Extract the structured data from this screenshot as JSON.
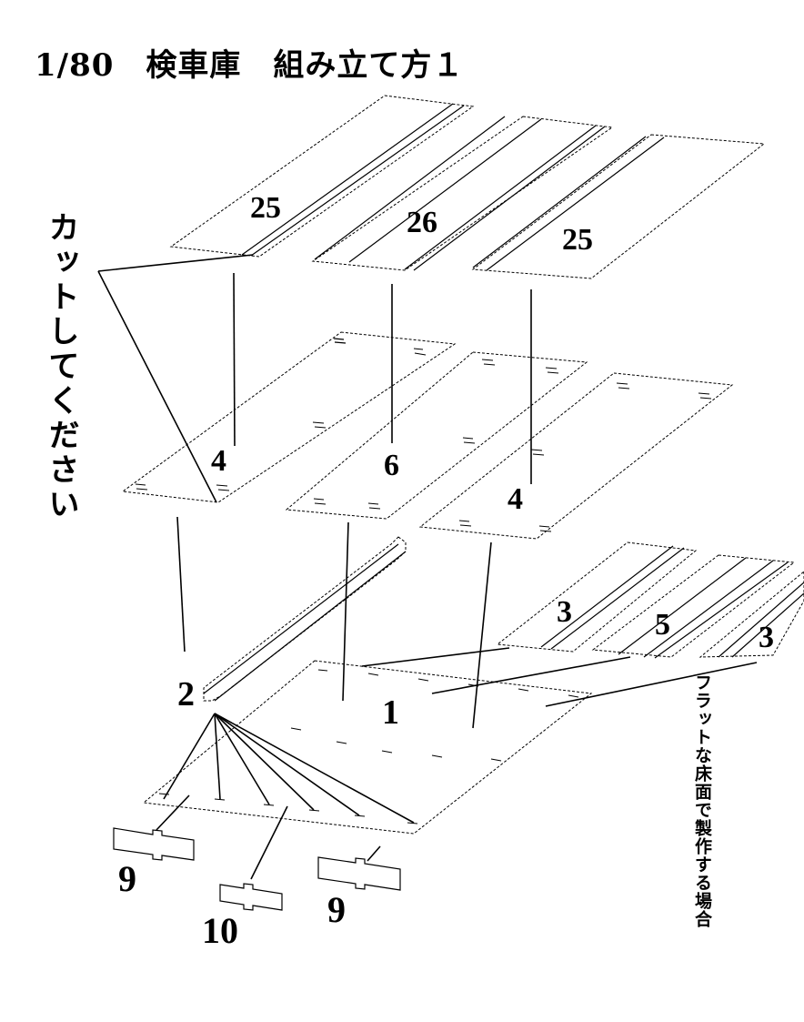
{
  "title": "1/80　検車庫　組み立て方１",
  "notes": {
    "cut_instruction": "カットしてください",
    "flat_floor_note": "フラットな床面で製作する場合"
  },
  "part_labels": {
    "p25_left": "25",
    "p26": "26",
    "p25_right": "25",
    "p4_left": "4",
    "p6": "6",
    "p4_right": "4",
    "p3_top": "3",
    "p5": "5",
    "p3_right": "3",
    "p2": "2",
    "p1": "1",
    "p9_left": "9",
    "p10": "10",
    "p9_right": "9"
  }
}
